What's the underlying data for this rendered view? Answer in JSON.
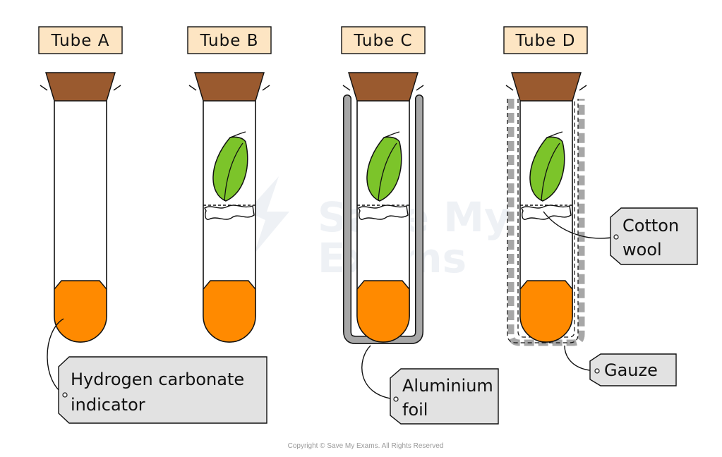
{
  "tubes": [
    {
      "title": "Tube A"
    },
    {
      "title": "Tube B"
    },
    {
      "title": "Tube C"
    },
    {
      "title": "Tube D"
    }
  ],
  "labels": {
    "indicator_line1": "Hydrogen carbonate",
    "indicator_line2": "indicator",
    "foil_line1": "Aluminium",
    "foil_line2": "foil",
    "cotton_line1": "Cotton",
    "cotton_line2": "wool",
    "gauze": "Gauze"
  },
  "watermark": {
    "line1": "Save My",
    "line2": "Exams"
  },
  "copyright": "Copyright © Save My Exams. All Rights Reserved",
  "colors": {
    "title_box": "#fde5c3",
    "cork": "#9a5a2f",
    "liquid": "#ff8a00",
    "leaf": "#7cc42a",
    "foil": "#a7a7a7",
    "label_box": "#e2e2e2"
  },
  "icons": [
    "leaf-icon",
    "cork-stopper",
    "cotton-wool"
  ]
}
